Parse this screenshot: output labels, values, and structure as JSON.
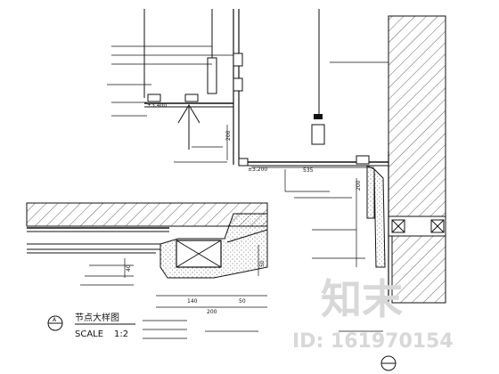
{
  "drawing": {
    "level_marks": [
      "±3.400",
      "±3.200"
    ],
    "dimensions": {
      "d535": "535",
      "d200_left": "200",
      "d200_right": "200",
      "d140": "140",
      "d50_bottom": "50",
      "d200_bottom": "200",
      "d40": "40",
      "d50_side": "50"
    },
    "detail_title": "节点大样图",
    "scale_label": "SCALE",
    "scale_value": "1:2",
    "callout_letter": "A",
    "callout_sheet": "",
    "watermark": {
      "brand": "知末",
      "id_text": "ID: 161970154"
    }
  }
}
